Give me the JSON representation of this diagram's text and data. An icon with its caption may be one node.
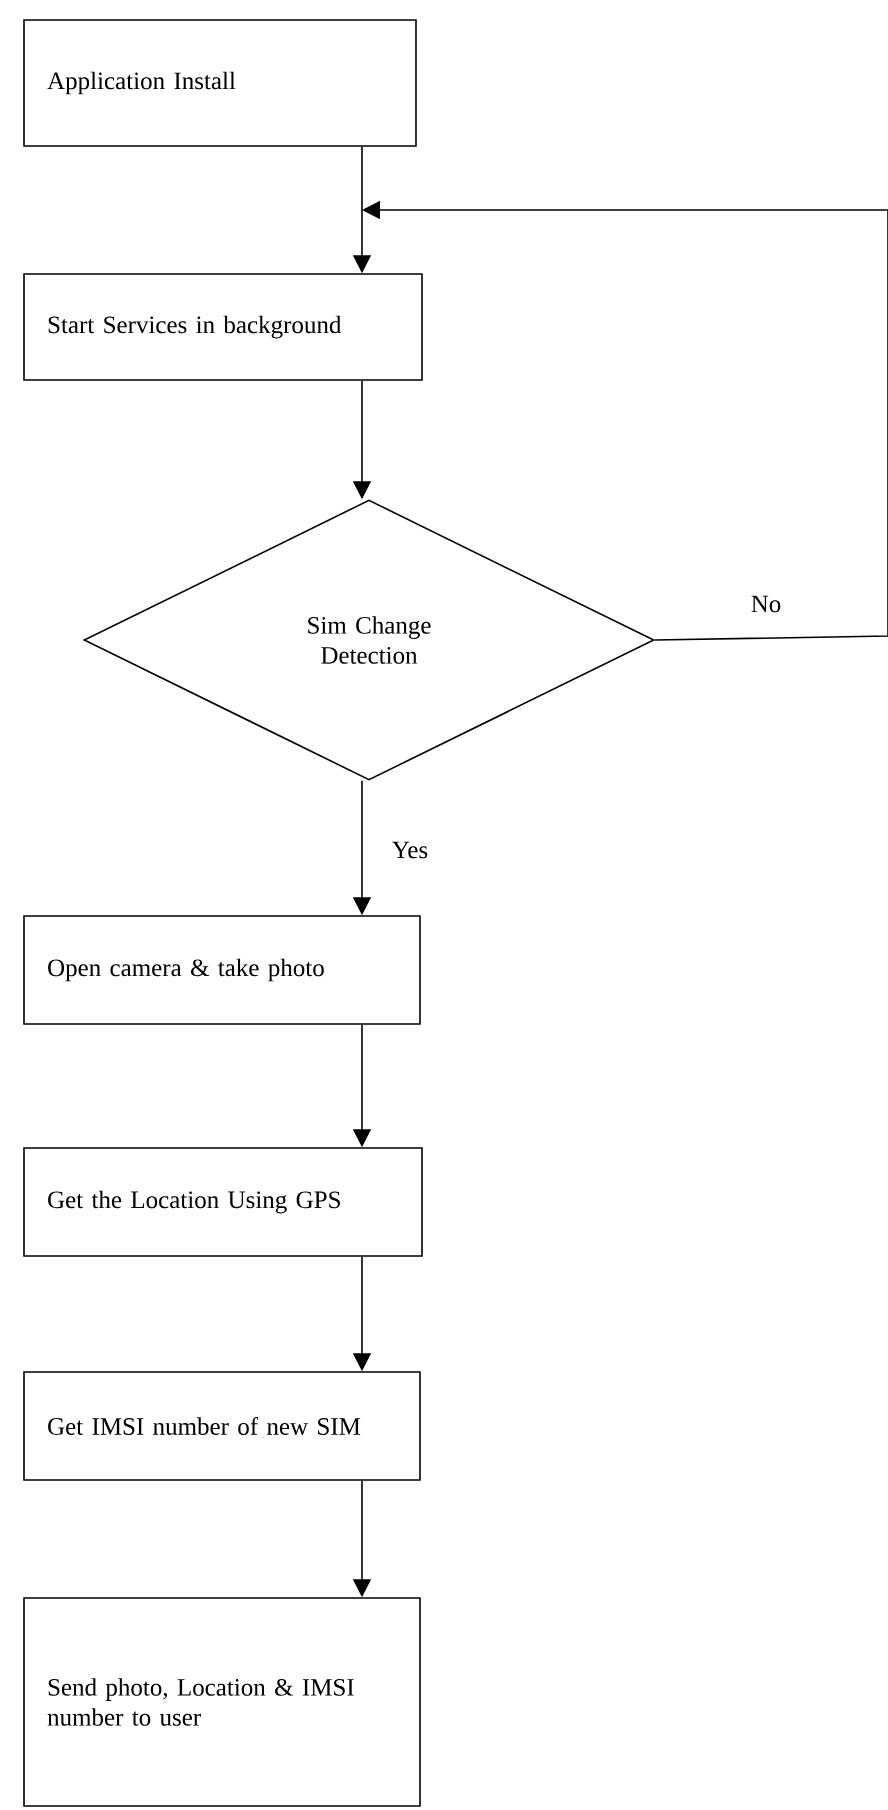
{
  "diagram": {
    "nodes": [
      {
        "text": [
          "Application Install"
        ]
      },
      {
        "text": [
          "Start Services in background"
        ]
      },
      {
        "text": [
          "Sim Change Detection"
        ]
      },
      {
        "text": [
          "Open camera & take photo"
        ]
      },
      {
        "text": [
          "Get the Location Using GPS"
        ]
      },
      {
        "text": [
          "Get IMSI number of new SIM"
        ]
      },
      {
        "text": [
          "Send photo, Location & IMSI number to user"
        ]
      }
    ],
    "edges": [
      {
        "from": 0,
        "to": 1,
        "arrow": "to"
      },
      {
        "from": 1,
        "to": 2,
        "arrow": "to"
      },
      {
        "from": 2,
        "to": 3,
        "arrow": "to",
        "label": "Yes"
      },
      {
        "from": 3,
        "to": 4,
        "arrow": "to"
      },
      {
        "from": 4,
        "to": 5,
        "arrow": "to"
      },
      {
        "from": 5,
        "to": 6,
        "arrow": "to"
      },
      {
        "from": 2,
        "to": 1,
        "arrow": "to",
        "label": "No"
      }
    ]
  }
}
